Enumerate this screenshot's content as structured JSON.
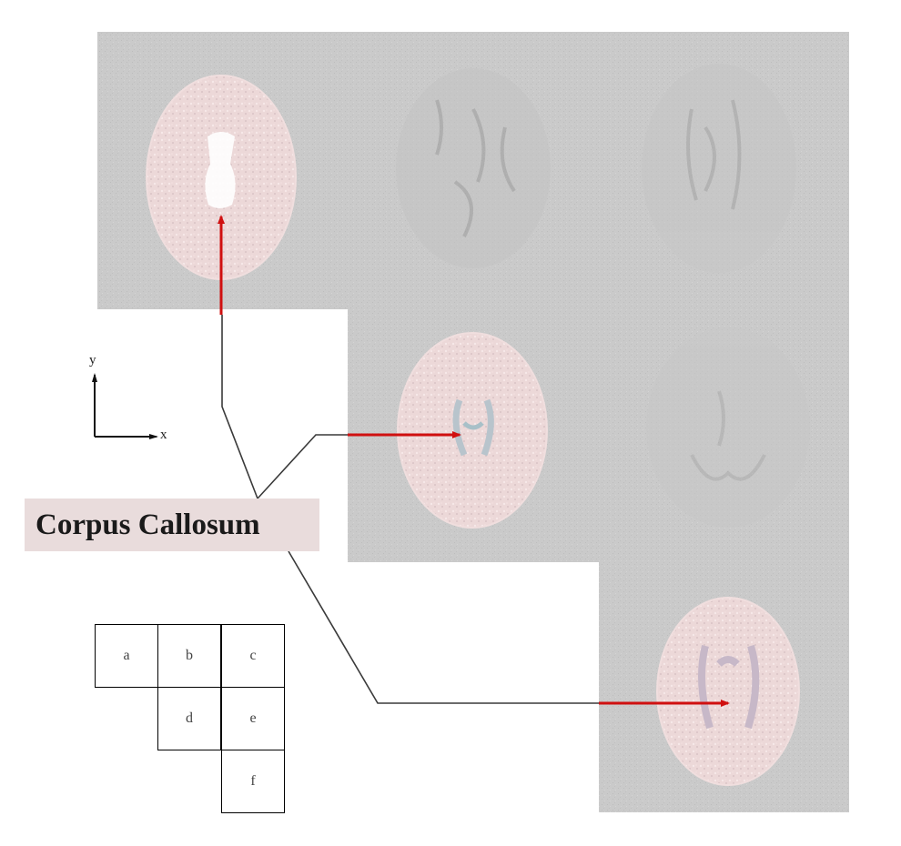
{
  "label": {
    "text": "Corpus Callosum"
  },
  "axes": {
    "y": "y",
    "x": "x"
  },
  "panel_key": {
    "cells": [
      {
        "id": "a",
        "label": "a"
      },
      {
        "id": "b",
        "label": "b"
      },
      {
        "id": "c",
        "label": "c"
      },
      {
        "id": "d",
        "label": "d"
      },
      {
        "id": "e",
        "label": "e"
      },
      {
        "id": "f",
        "label": "f"
      }
    ]
  },
  "colors": {
    "panel_background": "#c8c8c8",
    "brain_tissue": "#ecd6d6",
    "arrow": "#d01010",
    "leader_line": "#3a3a3a",
    "label_background": "#e9dcdc"
  }
}
